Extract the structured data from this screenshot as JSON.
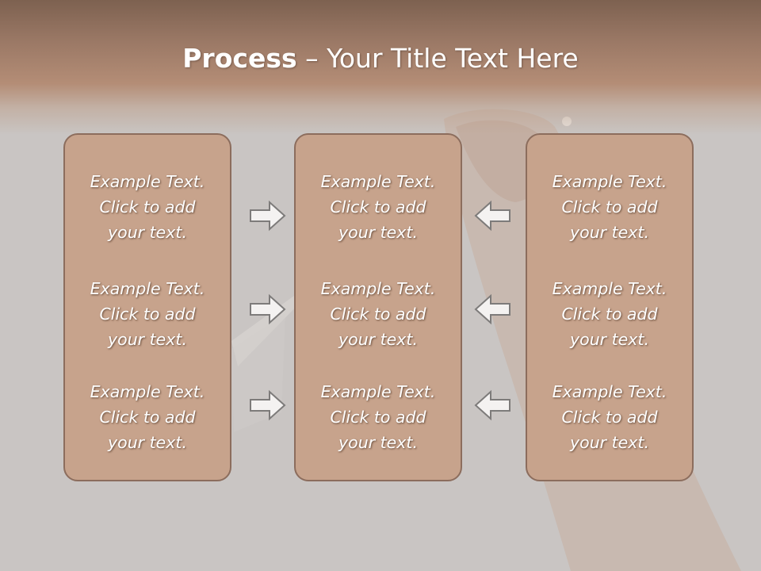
{
  "slide": {
    "title_bold": "Process",
    "title_rest": " – Your Title Text Here"
  },
  "columns": [
    {
      "items": [
        "Example Text.\nClick  to add\nyour text.",
        "Example Text.\nClick  to add\nyour text.",
        "Example Text.\nClick  to add\nyour text."
      ]
    },
    {
      "items": [
        "Example Text.\nClick  to add\nyour text.",
        "Example Text.\nClick  to add\nyour text.",
        "Example Text.\nClick  to add\nyour text."
      ]
    },
    {
      "items": [
        "Example Text.\nClick  to add\nyour text.",
        "Example Text.\nClick  to add\nyour text.",
        "Example Text.\nClick  to add\nyour text."
      ]
    }
  ],
  "arrows": {
    "left_group": "arrow-right-icon",
    "right_group": "arrow-left-icon"
  },
  "colors": {
    "header": "#9a7865",
    "box_fill": "#c7a38c",
    "box_border": "#8c6d5d",
    "background": "#c9c5c3"
  }
}
